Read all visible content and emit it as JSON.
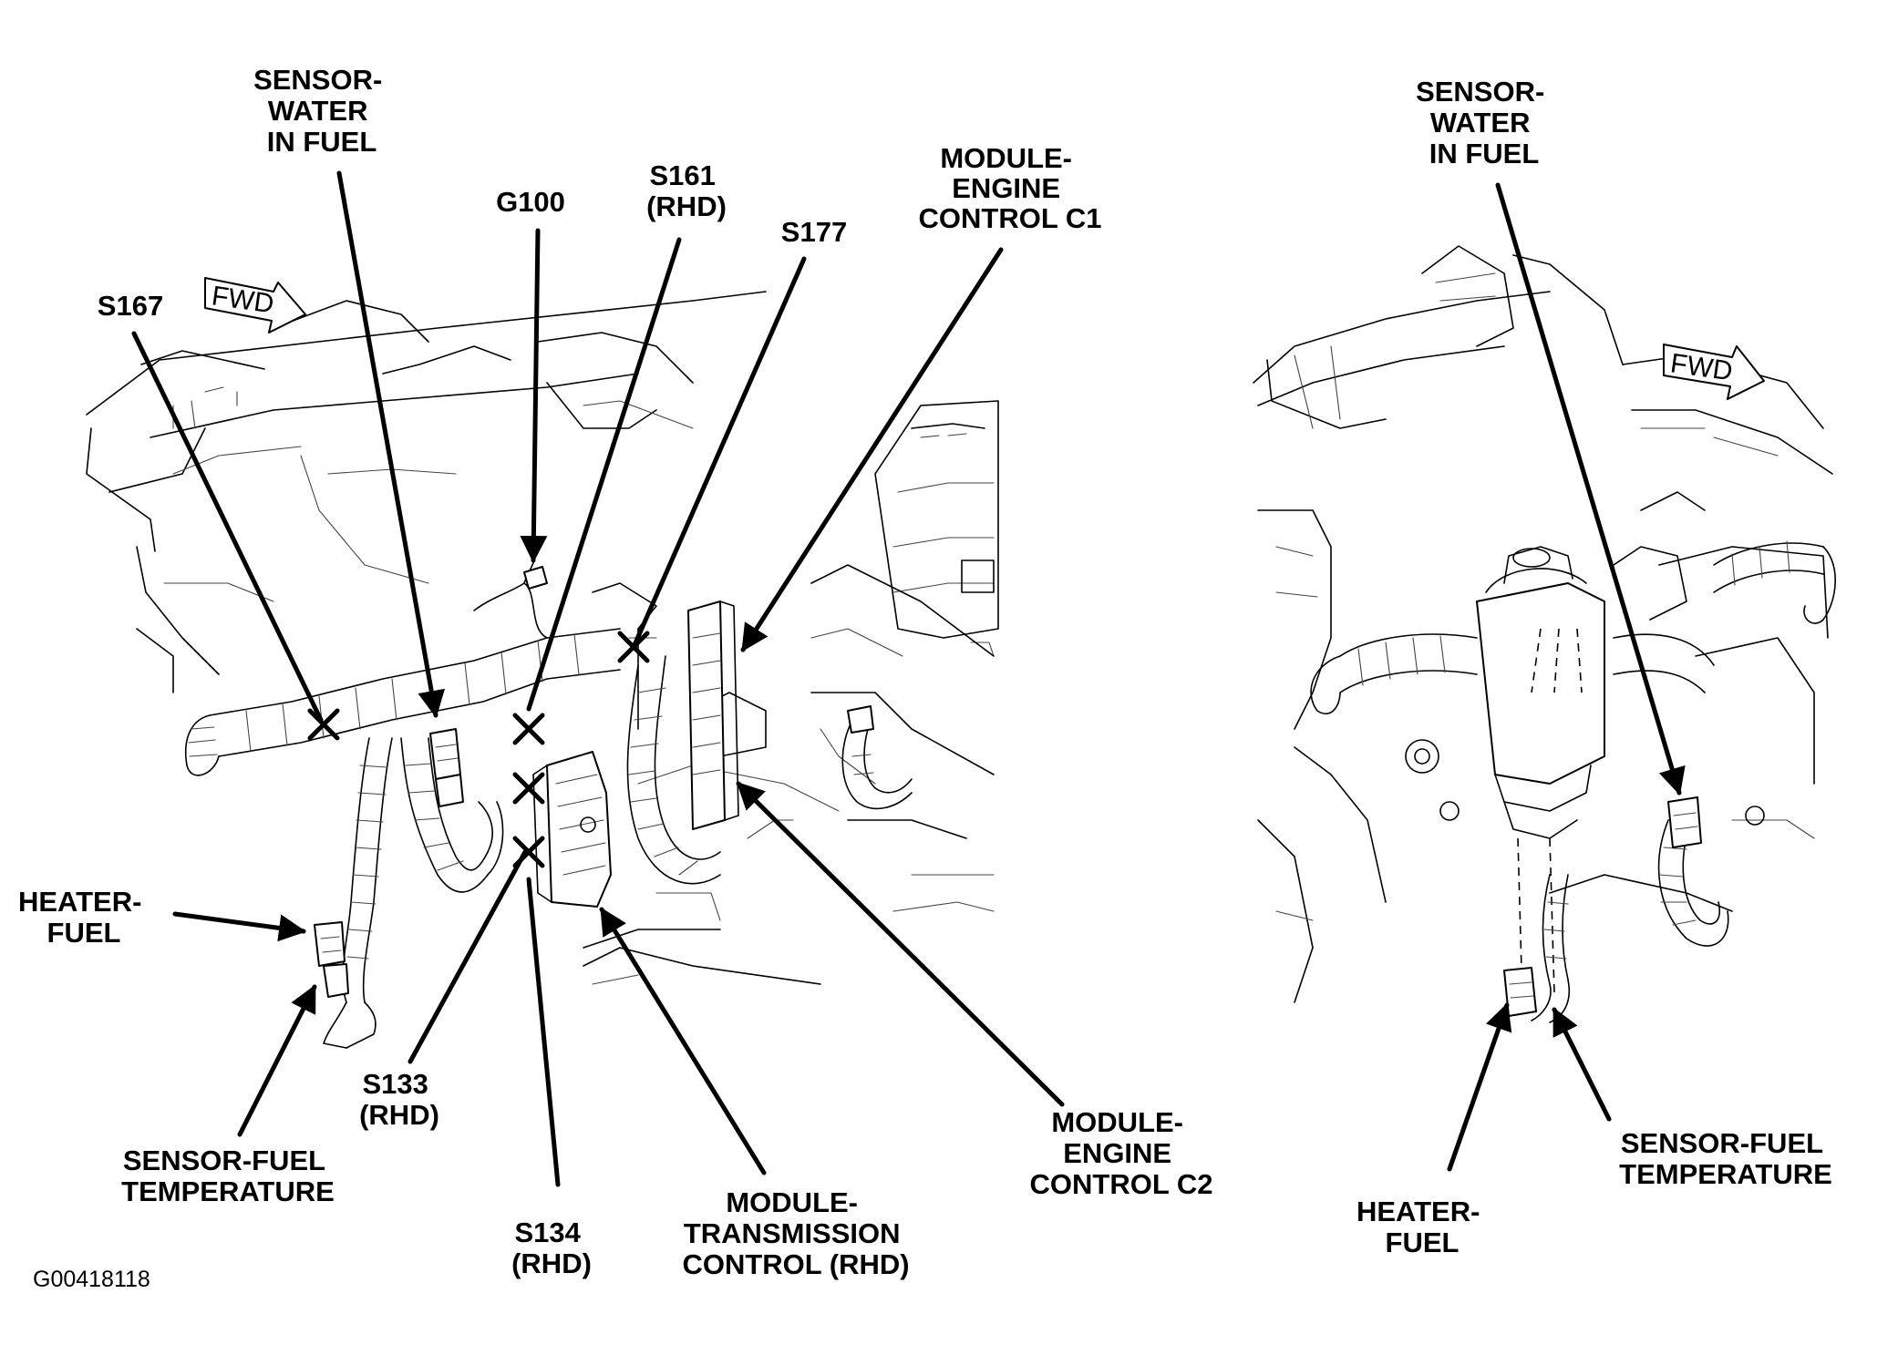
{
  "diagram": {
    "figure_id": "G00418118",
    "fwd_label": "FWD",
    "left_view": {
      "labels": {
        "sensor_water_in_fuel": [
          "SENSOR-",
          "WATER",
          "IN FUEL"
        ],
        "g100": [
          "G100"
        ],
        "s161": [
          "S161",
          "(RHD)"
        ],
        "s177": [
          "S177"
        ],
        "module_engine_control_c1": [
          "MODULE-",
          "ENGINE",
          "CONTROL C1"
        ],
        "s167": [
          "S167"
        ],
        "heater_fuel": [
          "HEATER-",
          "FUEL"
        ],
        "sensor_fuel_temperature": [
          "SENSOR-FUEL",
          "TEMPERATURE"
        ],
        "s133": [
          "S133",
          "(RHD)"
        ],
        "s134": [
          "S134",
          "(RHD)"
        ],
        "module_transmission_control": [
          "MODULE-",
          "TRANSMISSION",
          "CONTROL (RHD)"
        ],
        "module_engine_control_c2": [
          "MODULE-",
          "ENGINE",
          "CONTROL C2"
        ]
      }
    },
    "right_view": {
      "labels": {
        "sensor_water_in_fuel": [
          "SENSOR-",
          "WATER",
          "IN FUEL"
        ],
        "heater_fuel": [
          "HEATER-",
          "FUEL"
        ],
        "sensor_fuel_temperature": [
          "SENSOR-FUEL",
          "TEMPERATURE"
        ]
      }
    }
  }
}
